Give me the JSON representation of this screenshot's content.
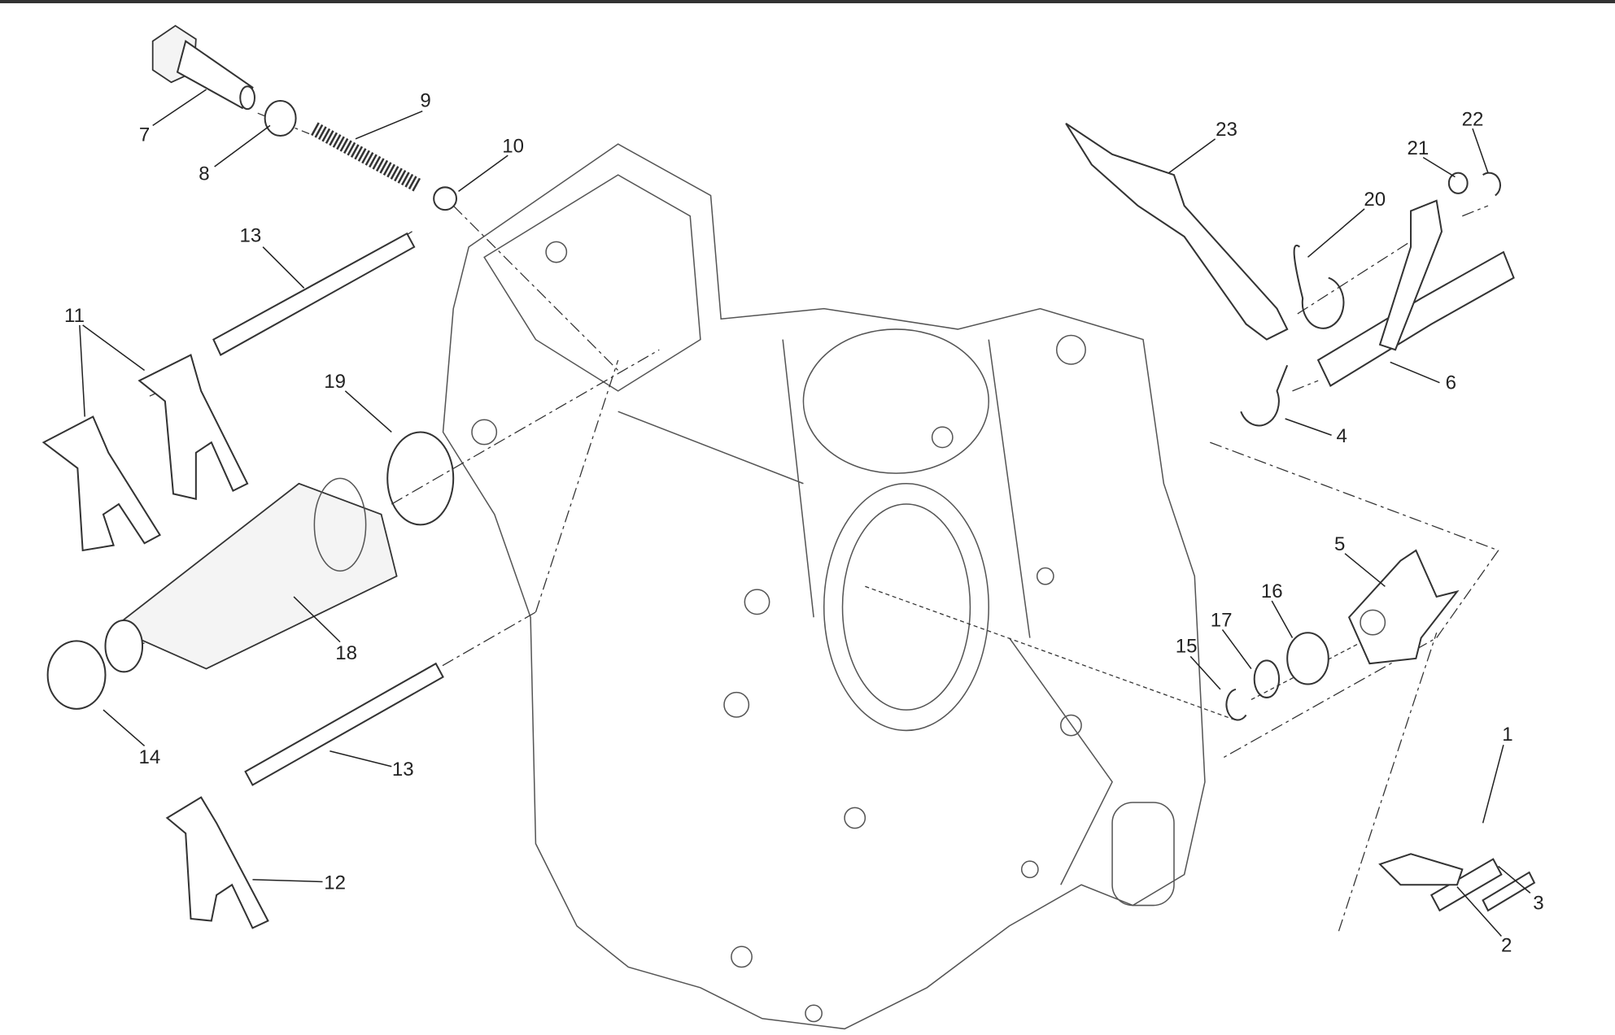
{
  "diagram": {
    "type": "exploded-parts-diagram",
    "labels": [
      "1",
      "2",
      "3",
      "4",
      "5",
      "6",
      "7",
      "8",
      "9",
      "10",
      "11",
      "12",
      "13",
      "13",
      "14",
      "15",
      "16",
      "17",
      "18",
      "19",
      "20",
      "21",
      "22",
      "23"
    ]
  }
}
